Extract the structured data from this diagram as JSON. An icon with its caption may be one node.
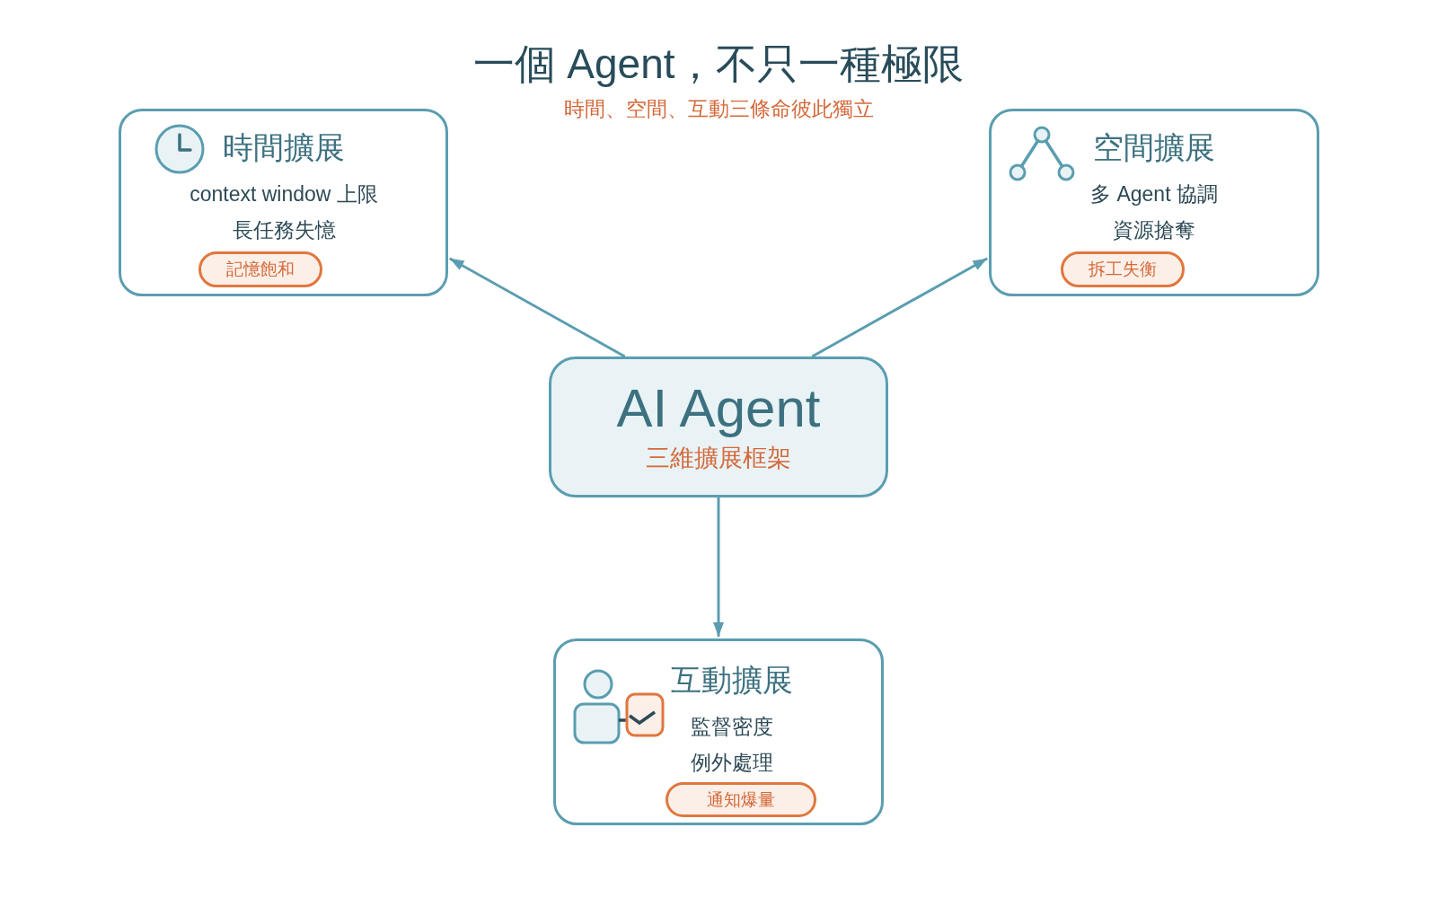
{
  "diagram": {
    "title": "一個 Agent，不只一種極限",
    "nodes": [
      {
        "text": [
          "時間擴展",
          "context window 上限",
          "長任務失憶"
        ]
      },
      {
        "text": [
          "記憶飽和"
        ],
        "in": 0
      },
      {
        "text": [
          "空間擴展",
          "多 Agent 協調",
          "資源搶奪"
        ]
      },
      {
        "text": [
          "拆工失衡"
        ],
        "in": 2
      },
      {
        "text": [
          "AI Agent",
          "三維擴展框架"
        ]
      },
      {
        "text": [
          "互動擴展",
          "監督密度",
          "例外處理"
        ]
      },
      {
        "text": [
          "通知爆量"
        ],
        "in": 5
      }
    ],
    "edges": [
      {
        "from": 4,
        "to": 0,
        "arrow": "to"
      },
      {
        "from": 4,
        "to": 2,
        "arrow": "to"
      },
      {
        "from": 4,
        "to": 5,
        "arrow": "to"
      }
    ],
    "labels": [
      "時間、空間、互動三條命彼此獨立"
    ]
  }
}
